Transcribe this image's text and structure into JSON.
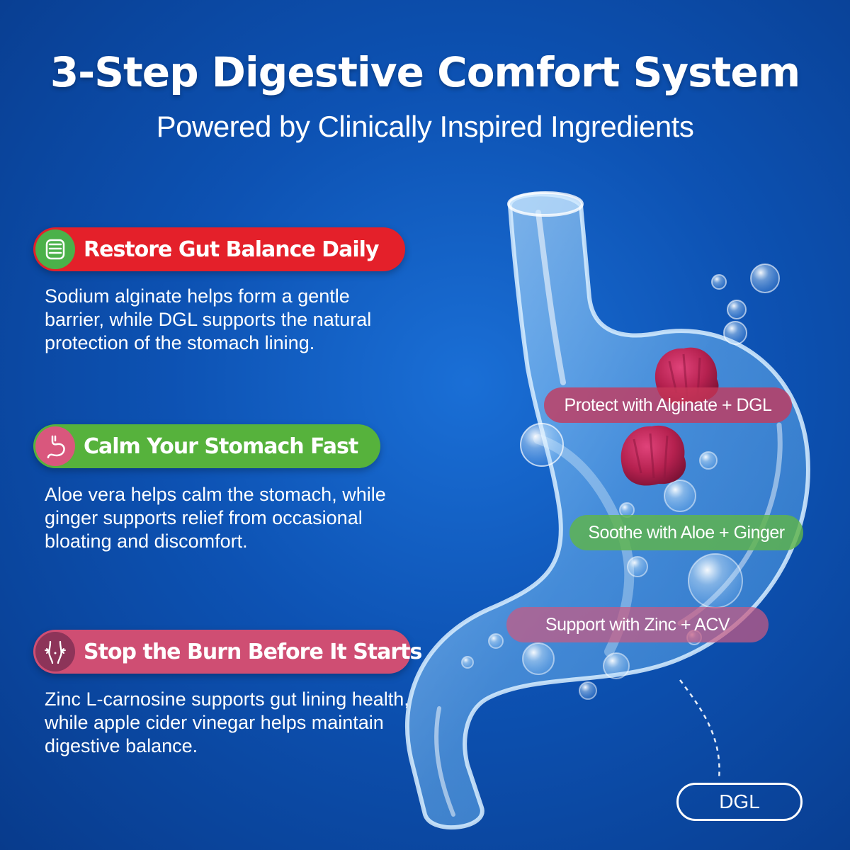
{
  "header": {
    "title": "3-Step Digestive Comfort System",
    "subtitle": "Powered by Clinically Inspired Ingredients"
  },
  "steps": [
    {
      "label": "Restore Gut Balance Daily",
      "icon": "intestine-icon",
      "color": "#e4202a",
      "text": "Sodium alginate helps form a gentle barrier, while DGL supports the natural protection of the stomach lining."
    },
    {
      "label": "Calm Your Stomach Fast",
      "icon": "stomach-icon",
      "color": "#56b23c",
      "text": "Aloe vera helps calm the stomach, while ginger supports relief from occasional bloating and discomfort."
    },
    {
      "label": "Stop the Burn Before It Starts",
      "icon": "torso-icon",
      "color": "#cf4e73",
      "text": "Zinc L-carnosine supports gut lining health, while apple cider vinegar helps maintain digestive balance."
    }
  ],
  "illustration": {
    "tags": [
      "Protect with Alginate + DGL",
      "Soothe with Aloe + Ginger",
      "Support with Zinc + ACV"
    ],
    "callout": "DGL"
  },
  "colors": {
    "background": "#0d52b3",
    "gummy": "#b5214f"
  }
}
